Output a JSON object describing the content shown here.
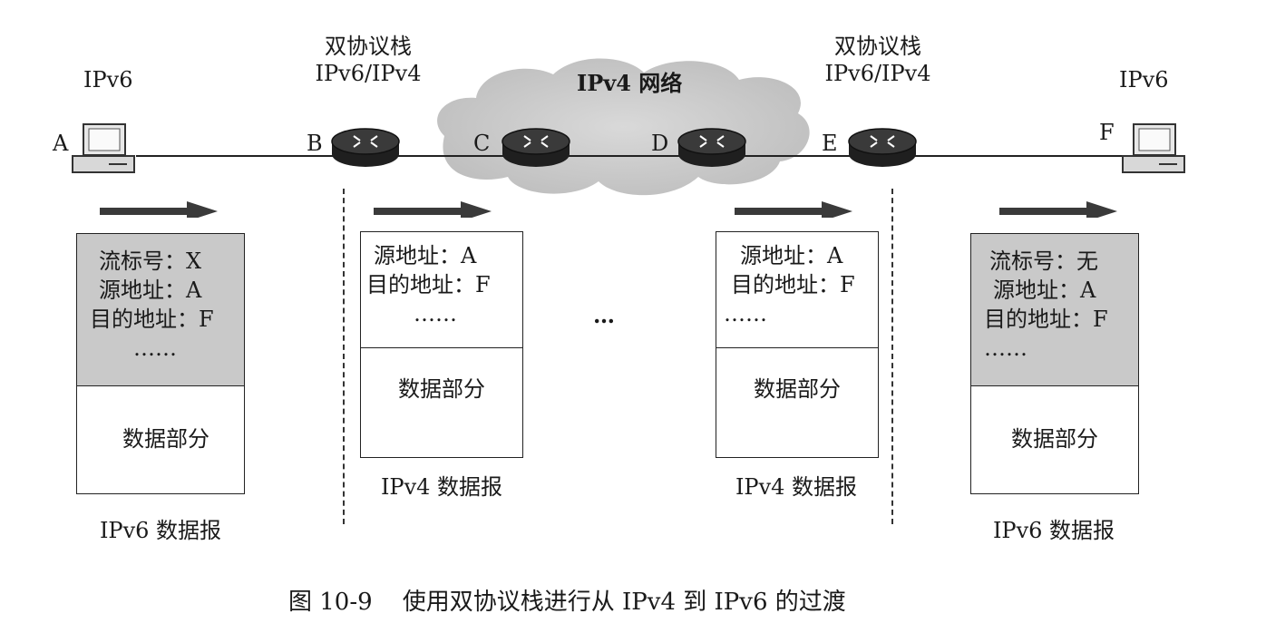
{
  "nodes": {
    "A": {
      "letter": "A",
      "label": "IPv6"
    },
    "B": {
      "letter": "B",
      "label_top": "双协议栈",
      "label_bottom": "IPv6/IPv4"
    },
    "C": {
      "letter": "C"
    },
    "D": {
      "letter": "D"
    },
    "E": {
      "letter": "E",
      "label_top": "双协议栈",
      "label_bottom": "IPv6/IPv4"
    },
    "F": {
      "letter": "F",
      "label": "IPv6"
    }
  },
  "cloud_label": "IPv4 网络",
  "packets": {
    "p1": {
      "lines": [
        "流标号：X",
        "源地址：A",
        "目的地址：F",
        "……"
      ],
      "body": "数据部分",
      "title": "IPv6 数据报"
    },
    "p2": {
      "lines": [
        "源地址：A",
        "目的地址：F",
        "……"
      ],
      "body": "数据部分",
      "title": "IPv4 数据报"
    },
    "p3": {
      "lines": [
        "源地址：A",
        "目的地址：F",
        "……"
      ],
      "body": "数据部分",
      "title": "IPv4 数据报"
    },
    "p4": {
      "lines": [
        "流标号：无",
        "源地址：A",
        "目的地址：F",
        "……"
      ],
      "body": "数据部分",
      "title": "IPv6 数据报"
    }
  },
  "ellipsis": "…",
  "caption": "图 10-9    使用双协议栈进行从 IPv4 到 IPv6 的过渡",
  "colors": {
    "shade": "#c9c9c9",
    "router": "#2a2a2a",
    "cloud": "#d0d0d0"
  }
}
